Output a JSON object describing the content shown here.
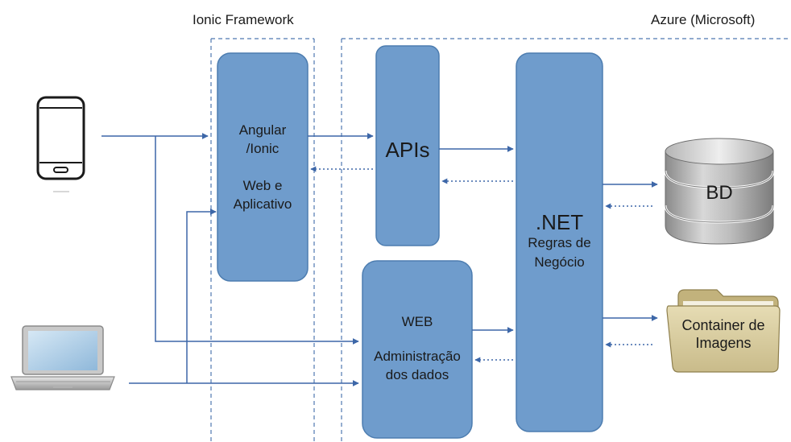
{
  "regions": {
    "ionic_label": "Ionic Framework",
    "azure_label": "Azure (Microsoft)"
  },
  "boxes": {
    "angular": {
      "line1": "Angular",
      "line2": "/Ionic",
      "line3": "Web e",
      "line4": "Aplicativo"
    },
    "apis": {
      "label": "APIs"
    },
    "web_admin": {
      "line1": "WEB",
      "line2": "Administração",
      "line3": "dos dados"
    },
    "dotnet": {
      "title": ".NET",
      "line1": "Regras de",
      "line2": "Negócio"
    },
    "database": {
      "label": "BD"
    },
    "container": {
      "line1": "Container de",
      "line2": "Imagens"
    }
  },
  "icons": {
    "phone": "smartphone-icon",
    "laptop": "laptop-icon",
    "database": "database-cylinder-icon",
    "folder": "folder-icon"
  },
  "colors": {
    "box_fill": "#6f9ccc",
    "box_stroke": "#4d7db0",
    "arrow": "#3d67a8",
    "region_border": "#4f78b0",
    "db_gray": "#a9a9a9",
    "folder_fill": "#ddd2a8"
  }
}
